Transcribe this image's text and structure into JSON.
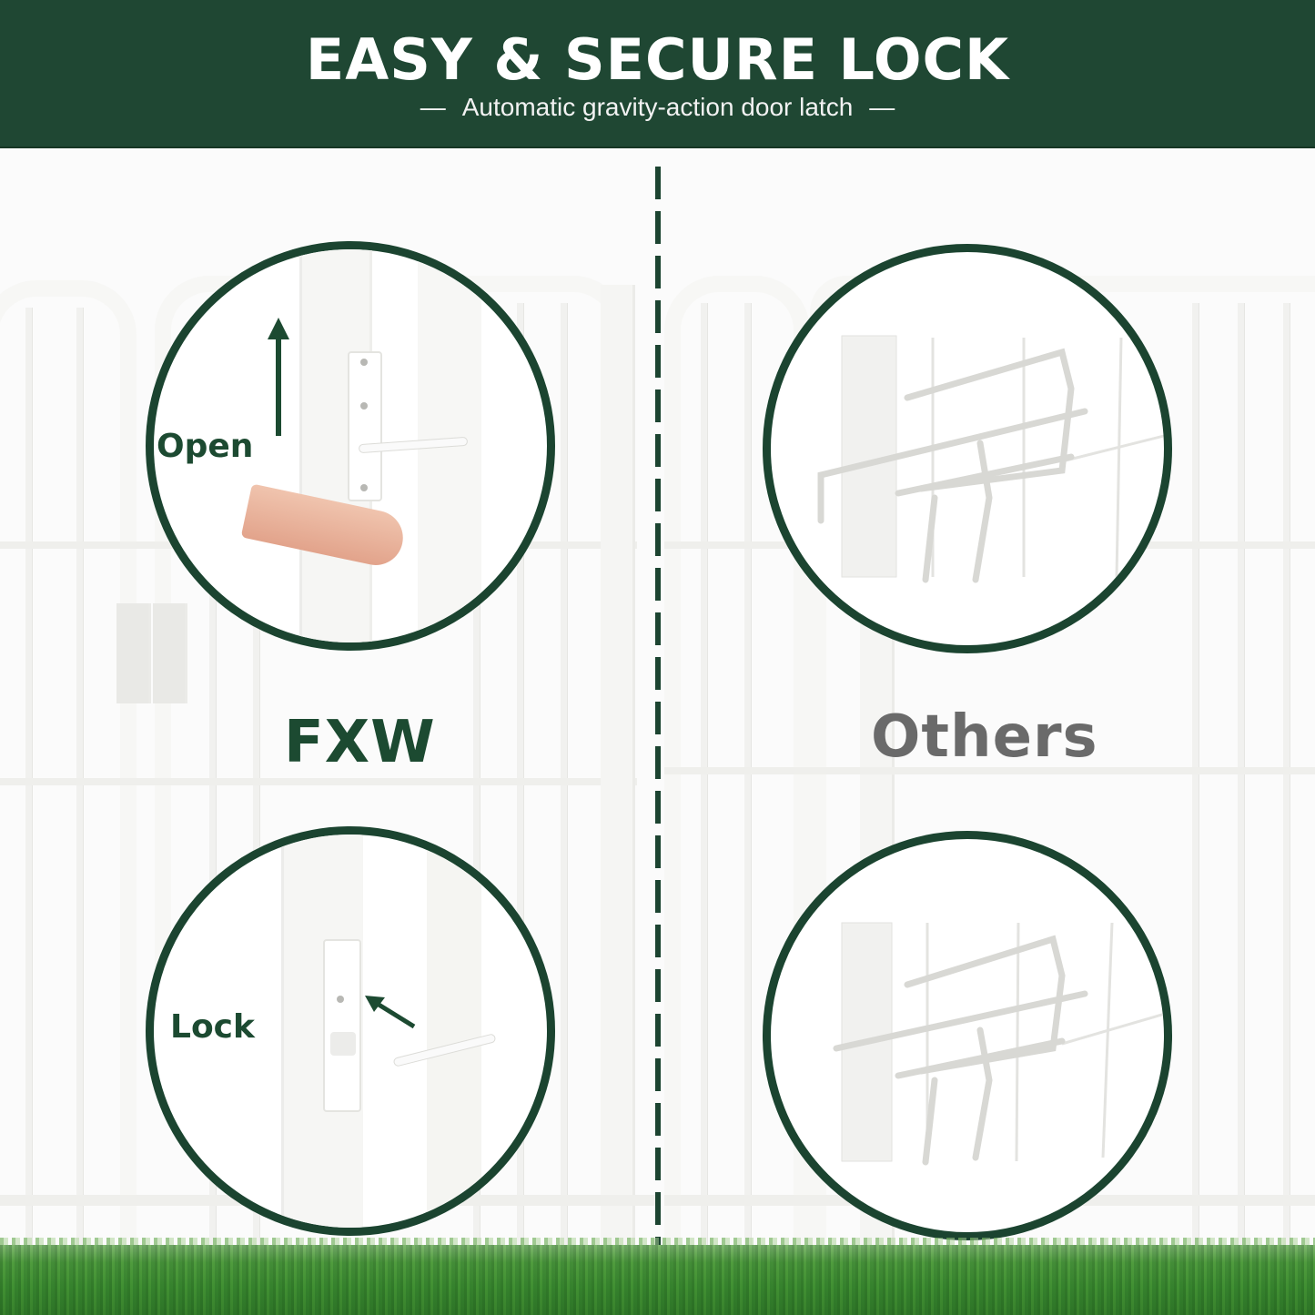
{
  "header": {
    "title": "EASY & SECURE LOCK",
    "subtitle": "Automatic gravity-action door latch",
    "dash_left": "—",
    "dash_right": "—",
    "background_color": "#1f4733"
  },
  "comparison": {
    "left": {
      "brand": "FXW",
      "brand_color": "#1c4a31",
      "panels": [
        {
          "label": "Open",
          "icon": "arrow-up-icon",
          "detail": "finger lifting gravity latch"
        },
        {
          "label": "Lock",
          "icon": "arrow-up-left-icon",
          "detail": "latch bar dropping into slot"
        }
      ]
    },
    "right": {
      "brand": "Others",
      "brand_color": "#6a6a6a",
      "panels": [
        {
          "detail": "wire clip latch (view 1)"
        },
        {
          "detail": "wire clip latch (view 2)"
        }
      ]
    }
  },
  "colors": {
    "accent": "#1c4431",
    "circle_border": "#1b4430",
    "grass": "#3b8a2f"
  }
}
